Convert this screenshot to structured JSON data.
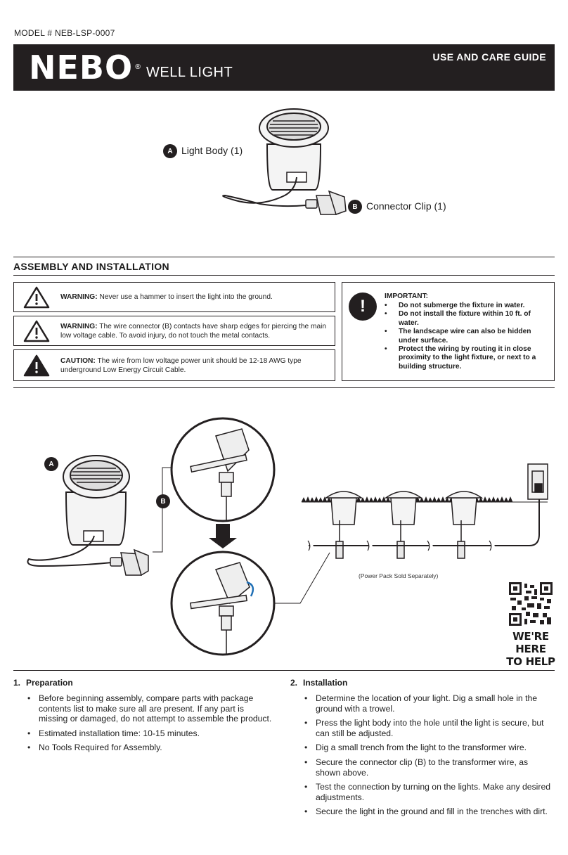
{
  "model": "MODEL # NEB-LSP-0007",
  "header": {
    "brand": "NEBO",
    "reg_mark": "®",
    "product": "WELL LIGHT",
    "guide_title": "USE AND CARE GUIDE"
  },
  "parts": [
    {
      "badge": "A",
      "label": "Light Body (1)"
    },
    {
      "badge": "B",
      "label": "Connector Clip (1)"
    }
  ],
  "assembly_title": "ASSEMBLY AND INSTALLATION",
  "warnings": [
    {
      "type": "WARNING:",
      "text": "Never use a hammer to insert the light into the ground."
    },
    {
      "type": "WARNING:",
      "text": "The wire connector (B) contacts have sharp edges for piercing the main low voltage cable. To avoid injury, do not touch the metal contacts."
    },
    {
      "type": "CAUTION:",
      "text": "The wire from low voltage power unit should be 12-18 AWG type underground Low Energy Circuit Cable."
    }
  ],
  "important": {
    "icon": "!",
    "title": "IMPORTANT:",
    "items": [
      "Do not submerge the fixture in water.",
      "Do not install the fixture within 10 ft. of water.",
      "The landscape wire can also be hidden under surface.",
      "Protect the wiring by routing it in close proximity to the light fixture, or next to a building structure."
    ]
  },
  "diagram": {
    "badge_a": "A",
    "badge_b": "B",
    "power_note": "(Power Pack Sold Separately)"
  },
  "help": {
    "line1": "WE'RE HERE",
    "line2": "TO HELP"
  },
  "steps": [
    {
      "number": "1.",
      "title": "Preparation",
      "items": [
        "Before beginning assembly, compare parts with package contents list to make sure all are present. If any part is missing or damaged, do not attempt to assemble the product.",
        "Estimated installation time: 10-15 minutes.",
        "No Tools Required for Assembly."
      ]
    },
    {
      "number": "2.",
      "title": "Installation",
      "items": [
        "Determine the location of your light. Dig a small hole in the ground with a trowel.",
        "Press the light body into the hole until the light is secure, but can still be adjusted.",
        "Dig a small trench from the light to the transformer wire.",
        "Secure the connector clip (B) to the transformer wire, as shown above.",
        "Test the connection by turning on the lights. Make any desired adjustments.",
        "Secure the light in the ground and fill in the trenches with dirt."
      ]
    }
  ],
  "colors": {
    "dark": "#231f20",
    "fixture_fill": "#f2f2f2"
  }
}
